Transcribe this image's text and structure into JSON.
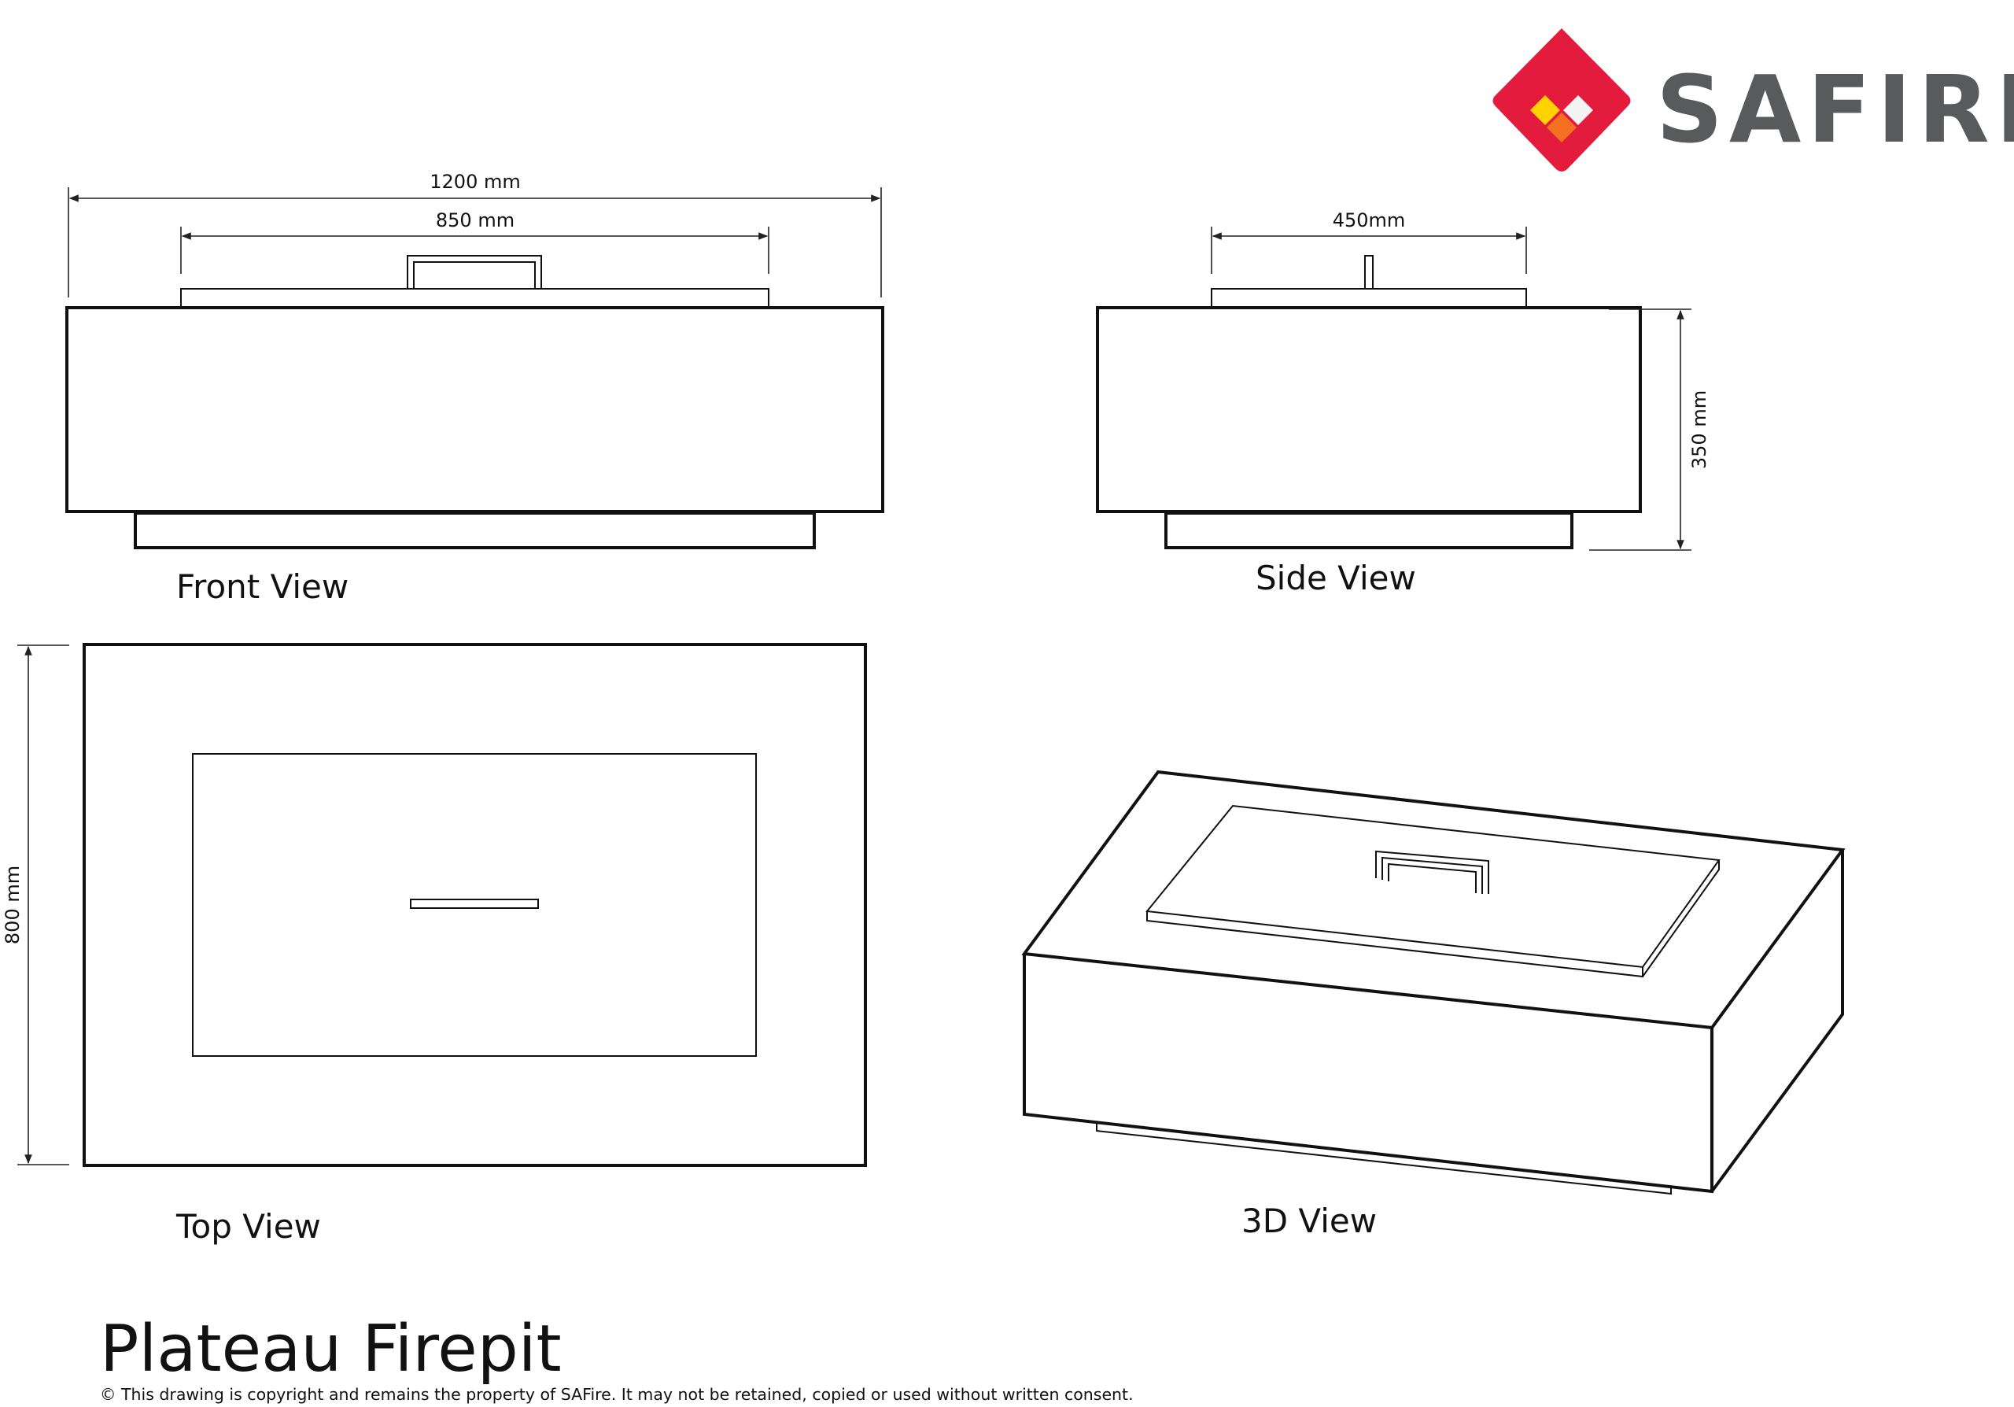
{
  "brand": {
    "name": "SAFIRE",
    "colors": {
      "red": "#e31c3d",
      "yellow": "#ffd200",
      "orange": "#f37021",
      "text_gray": "#595a5c"
    }
  },
  "dimensions": {
    "front_overall": "1200 mm",
    "front_lid": "850 mm",
    "side_lid": "450mm",
    "height": "350 mm",
    "depth": "800 mm"
  },
  "views": {
    "front": "Front View",
    "side": "Side View",
    "top": "Top View",
    "three_d": "3D View"
  },
  "title": "Plateau Firepit",
  "copyright": "© This drawing is copyright and remains the property of SAFire. It may not be retained, copied or used without written consent."
}
